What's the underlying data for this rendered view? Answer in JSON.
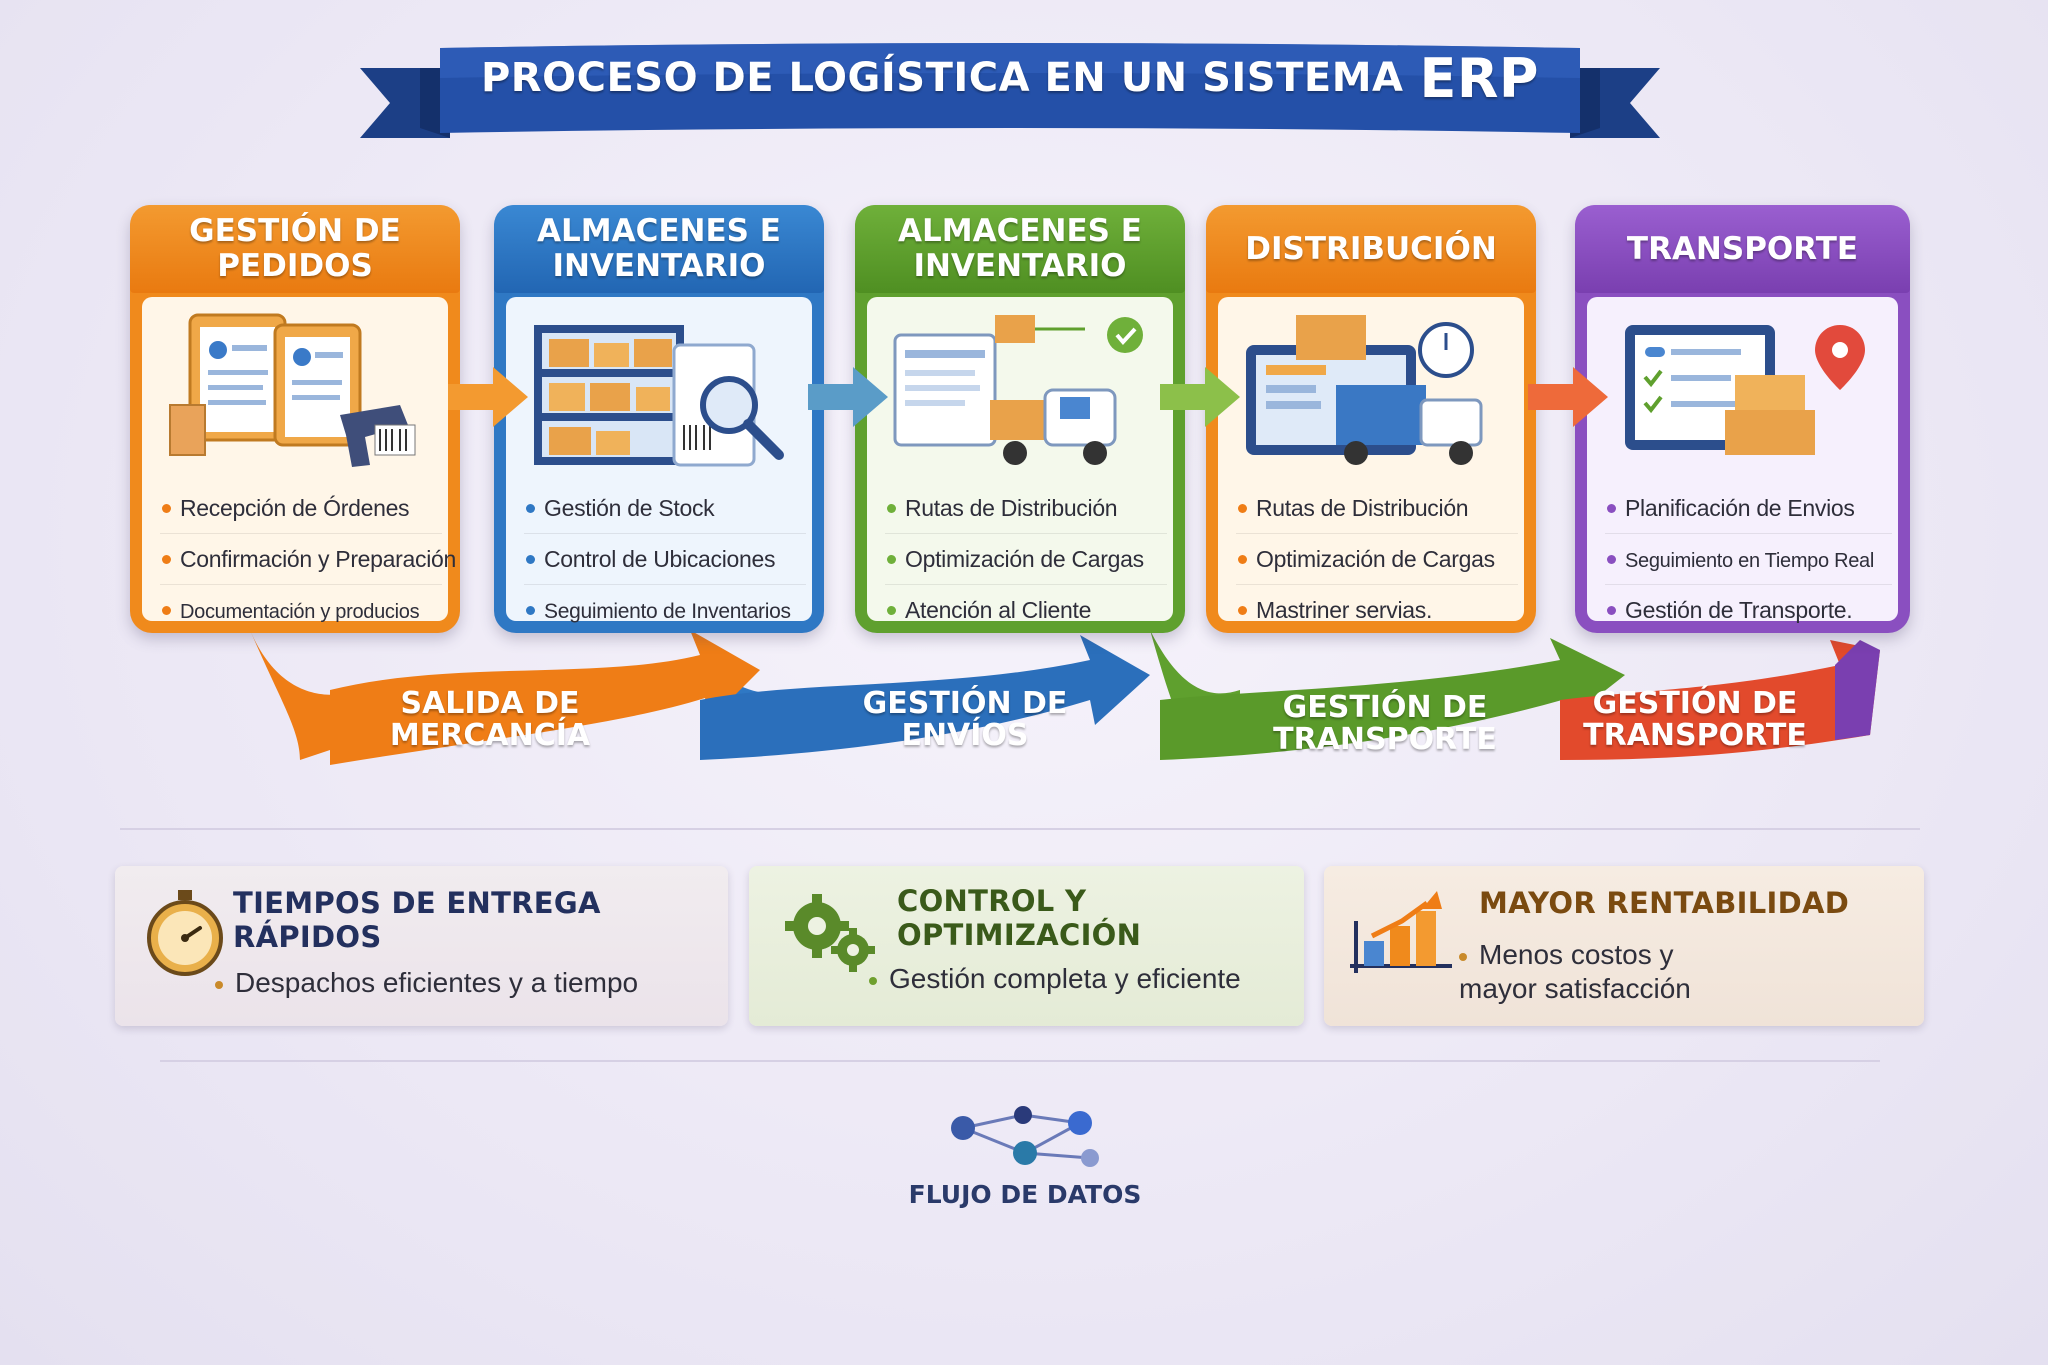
{
  "title": {
    "main": "PROCESO DE LOGÍSTICA EN UN SISTEMA",
    "highlight": "ERP"
  },
  "stages": [
    {
      "title": "GESTIÓN DE PEDIDOS",
      "color": "#f08a1c",
      "items": [
        "Recepción de Órdenes",
        "Confirmación y Preparación",
        "Documentación y producios"
      ]
    },
    {
      "title": "ALMACENES E INVENTARIO",
      "color": "#2f78c4",
      "items": [
        "Gestión de Stock",
        "Control de Ubicaciones",
        "Seguimiento de Inventarios"
      ]
    },
    {
      "title": "ALMACENES E INVENTARIO",
      "color": "#5fa02e",
      "items": [
        "Rutas de Distribución",
        "Optimización de Cargas",
        "Atención al Cliente"
      ]
    },
    {
      "title": "DISTRIBUCIÓN",
      "color": "#f08a1c",
      "items": [
        "Rutas de Distribución",
        "Optimización de Cargas",
        "Mastriner servias."
      ]
    },
    {
      "title": "TRANSPORTE",
      "color": "#8a4fc0",
      "items": [
        "Planificación de Envios",
        "Seguimiento en Tiempo Real",
        "Gestión de Transporte."
      ]
    }
  ],
  "flows": [
    {
      "label": "SALIDA DE MERCANCÍA",
      "color": "#ef7d16"
    },
    {
      "label": "GESTIÓN DE ENVÍOS",
      "color": "#2f78c4"
    },
    {
      "label": "GESTIÓN DE TRANSPORTE",
      "color": "#5fa02e"
    },
    {
      "label": "GESTIÓN DE TRANSPORTE",
      "color": "#e5542a"
    }
  ],
  "benefits": [
    {
      "title": "TIEMPOS DE ENTREGA RÁPIDOS",
      "text": "Despachos eficientes y a tiempo",
      "icon": "stopwatch-icon",
      "color": "#23305e"
    },
    {
      "title": "CONTROL Y OPTIMIZACIÓN",
      "text": "Gestión completa y eficiente",
      "icon": "gears-icon",
      "color": "#3a5a1a"
    },
    {
      "title": "MAYOR RENTABILIDAD",
      "text": "Menos costos y mayor satisfacción",
      "icon": "growth-chart-icon",
      "color": "#7a4a10"
    }
  ],
  "footer": {
    "label": "FLUJO DE DATOS",
    "icon": "network-nodes-icon"
  }
}
